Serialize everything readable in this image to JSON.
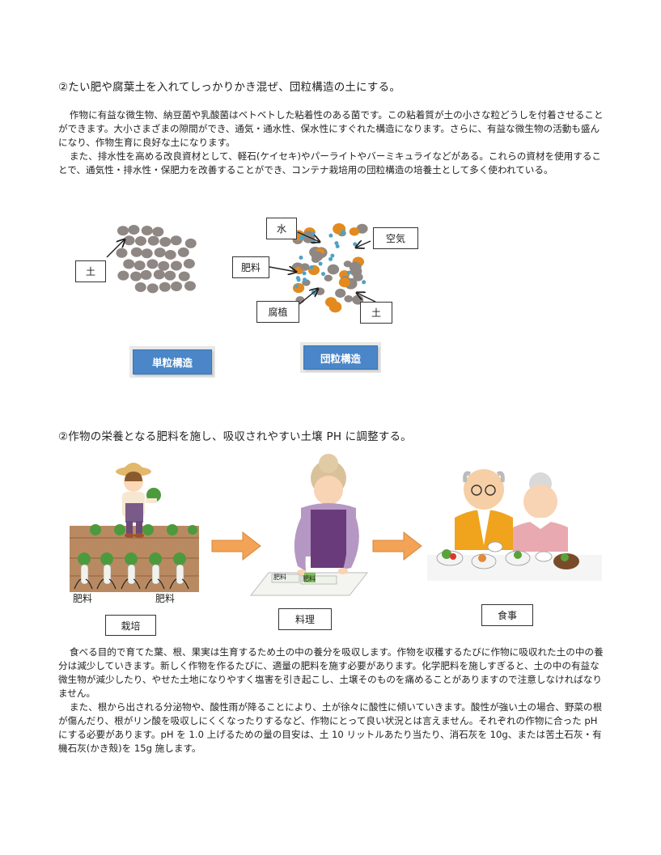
{
  "section1": {
    "heading": "②たい肥や腐葉土を入れてしっかりかき混ぜ、団粒構造の土にする。",
    "paragraphs": [
      "作物に有益な微生物、納豆菌や乳酸菌はベトベトした粘着性のある菌です。この粘着質が土の小さな粒どうしを付着させることができます。大小さまざまの隙間ができ、通気・通水性、保水性にすぐれた構造になります。さらに、有益な微生物の活動も盛んになり、作物生育に良好な土になります。",
      "また、排水性を高める改良資材として、軽石(ケイセキ)やパーライトやバーミキュライなどがある。これらの資材を使用することで、通気性・排水性・保肥力を改善することができ、コンテナ栽培用の団粒構造の培養土として多く使われている。"
    ]
  },
  "diagram": {
    "single_labels": {
      "soil": "土"
    },
    "aggregate_labels": {
      "water": "水",
      "air": "空気",
      "fertilizer": "肥料",
      "humus": "腐植",
      "soil": "土"
    },
    "badge_single": "単粒構造",
    "badge_aggregate": "団粒構造",
    "colors": {
      "soil": "#8f8784",
      "humus": "#e38a1e",
      "water": "#4ba3c7",
      "badge": "#4a86c8"
    }
  },
  "section2": {
    "heading": "②作物の栄養となる肥料を施し、吸収されやすい土壌 PH に調整する。",
    "illustration": {
      "field_fertilizer_left": "肥料",
      "field_fertilizer_right": "肥料",
      "board_fertilizer_left": "肥料",
      "board_fertilizer_right": "肥料",
      "cultivation": "栽培",
      "cooking": "料理",
      "meal": "食事"
    },
    "paragraphs": [
      "食べる目的で育てた葉、根、果実は生育するため土の中の養分を吸収します。作物を収穫するたびに作物に吸収れた土の中の養分は減少していきます。新しく作物を作るたびに、適量の肥料を施す必要があります。化学肥料を施しすぎると、土の中の有益な微生物が減少したり、やせた土地になりやすく塩害を引き起こし、土壌そのものを痛めることがありますので注意しなければなりません。",
      "また、根から出される分泌物や、酸性雨が降ることにより、土が徐々に酸性に傾いていきます。酸性が強い土の場合、野菜の根が傷んだり、根がリン酸を吸収しにくくなったりするなど、作物にとって良い状況とは言えません。それぞれの作物に合った pH にする必要があります。pH を 1.0 上げるための量の目安は、土 10 リットルあたり当たり、消石灰を 10g、または苦土石灰・有機石灰(かき殻)を 15g 施します。"
    ]
  }
}
